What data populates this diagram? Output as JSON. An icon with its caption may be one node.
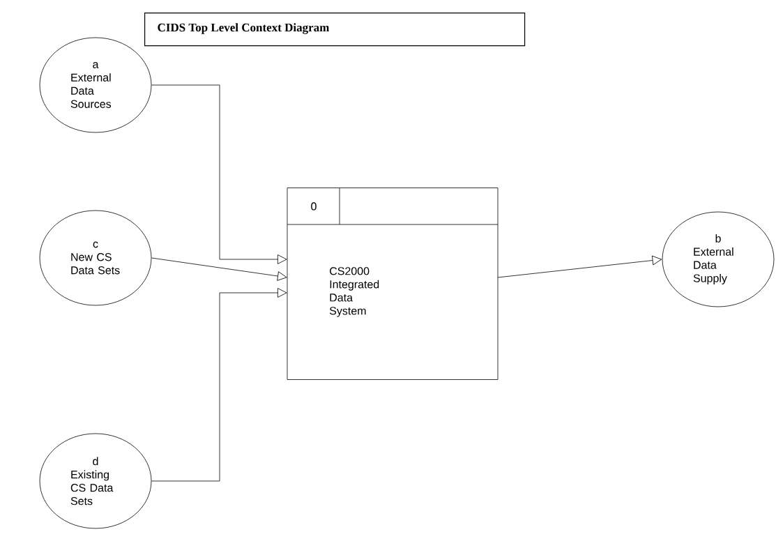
{
  "diagram": {
    "title": "CIDS Top Level Context Diagram",
    "nodes": [
      {
        "text": [
          "a",
          "External Data Sources"
        ]
      },
      {
        "text": [
          "c",
          "New CS Data Sets"
        ]
      },
      {
        "text": [
          "0",
          "CS2000 Integrated Data System"
        ]
      },
      {
        "text": [
          "b",
          "External Data Supply"
        ]
      },
      {
        "text": [
          "d",
          "Existing CS Data Sets"
        ]
      }
    ],
    "edges": [
      {
        "from": 0,
        "to": 2,
        "arrow": "to"
      },
      {
        "from": 1,
        "to": 2,
        "arrow": "to"
      },
      {
        "from": 4,
        "to": 2,
        "arrow": "to"
      },
      {
        "from": 2,
        "to": 3,
        "arrow": "to"
      }
    ]
  }
}
